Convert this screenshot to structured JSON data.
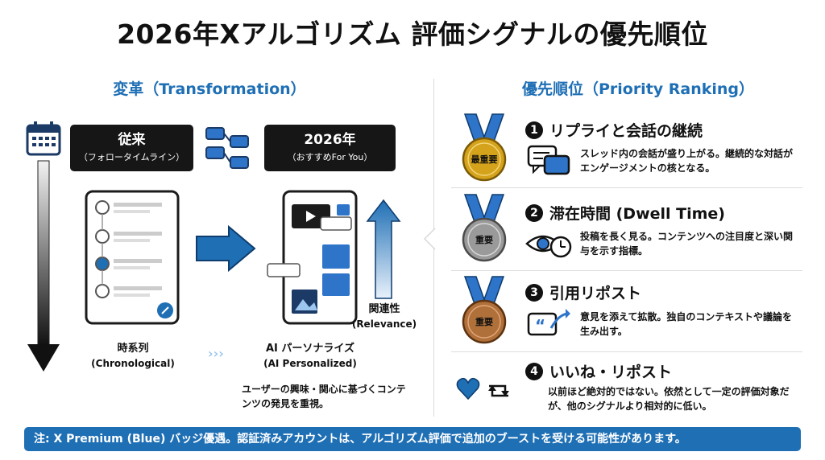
{
  "title": "2026年Xアルゴリズム 評価シグナルの優先順位",
  "left": {
    "heading": "変革（Transformation）",
    "old_box": {
      "title": "従来",
      "subtitle": "（フォロータイムライン）"
    },
    "new_box": {
      "title": "2026年",
      "subtitle": "（おすすめFor You）"
    },
    "old_caption": {
      "title": "時系列",
      "subtitle": "(Chronological)"
    },
    "new_caption": {
      "title": "AI パーソナライズ",
      "subtitle": "(AI Personalized)"
    },
    "relevance": {
      "title": "関連性",
      "subtitle": "(Relevance)"
    },
    "description": "ユーザーの興味・関心に基づくコンテンツの発見を重視。"
  },
  "right": {
    "heading": "優先順位（Priority Ranking）",
    "items": [
      {
        "number": "1",
        "title": "リプライと会話の継続",
        "medal": "最重要",
        "medal_color": "#d4a21b",
        "icon": "chat-bubbles-icon",
        "desc": "スレッド内の会話が盛り上がる。継続的な対話がエンゲージメントの核となる。"
      },
      {
        "number": "2",
        "title": "滞在時間 (Dwell Time)",
        "medal": "重要",
        "medal_color": "#9a9a9a",
        "icon": "eye-timer-icon",
        "desc": "投稿を長く見る。コンテンツへの注目度と深い関与を示す指標。"
      },
      {
        "number": "3",
        "title": "引用リポスト",
        "medal": "重要",
        "medal_color": "#b0703a",
        "icon": "quote-share-icon",
        "desc": "意見を添えて拡散。独自のコンテキストや議論を生み出す。"
      },
      {
        "number": "4",
        "title": "いいね・リポスト",
        "medal": "",
        "icon": "heart-repost-icon",
        "desc": "以前ほど絶対的ではない。依然として一定の評価対象だが、他のシグナルより相対的に低い。"
      }
    ]
  },
  "note": "注: X Premium (Blue) バッジ優遇。認証済みアカウントは、アルゴリズム評価で追加のブーストを受ける可能性があります。",
  "colors": {
    "accent": "#1f6fb5",
    "dark": "#161616",
    "gold": "#d4a21b",
    "silver": "#9a9a9a",
    "bronze": "#b0703a"
  }
}
